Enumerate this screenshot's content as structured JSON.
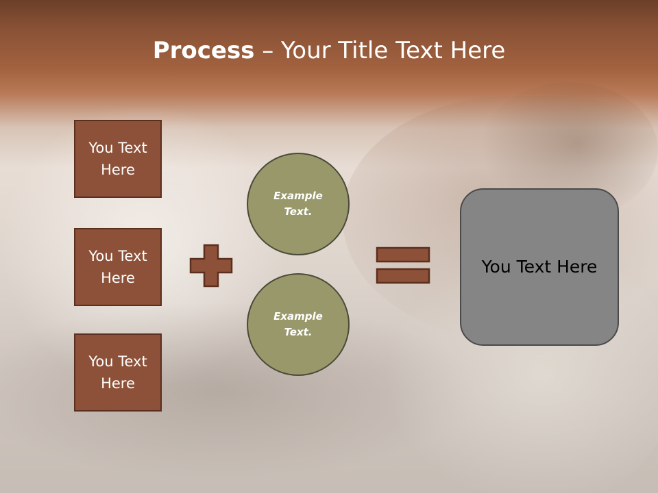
{
  "title": {
    "bold": "Process",
    "rest": " – Your Title Text Here"
  },
  "inputs": [
    {
      "label": "You Text Here"
    },
    {
      "label": "You Text Here"
    },
    {
      "label": "You Text Here"
    }
  ],
  "examples": [
    {
      "label": "Example Text."
    },
    {
      "label": "Example Text."
    }
  ],
  "result": {
    "label": "You Text Here"
  },
  "colors": {
    "header": "#a2623f",
    "box_fill": "#8c5138",
    "circle_fill": "#98986a",
    "result_fill": "#858585"
  }
}
